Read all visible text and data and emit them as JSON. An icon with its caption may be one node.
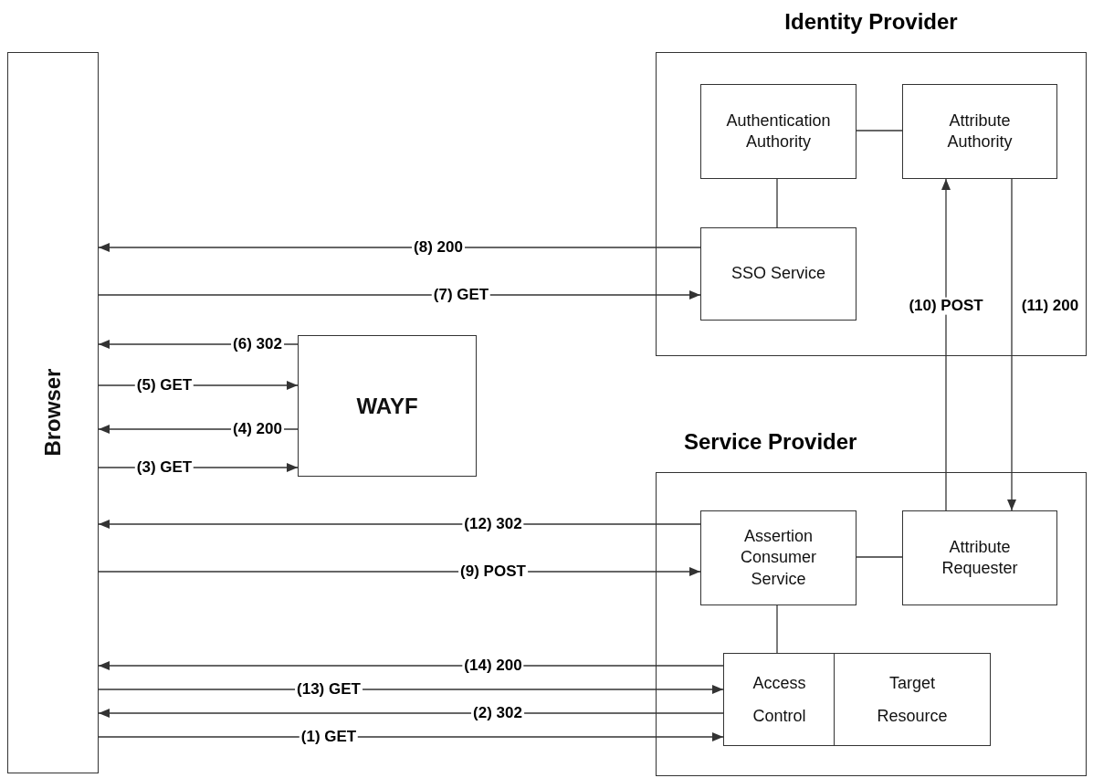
{
  "diagram": {
    "nodes": [
      {
        "text": [
          "Browser"
        ]
      },
      {
        "text": [
          "Identity Provider"
        ]
      },
      {
        "text": [
          "Authentication Authority"
        ],
        "in": 1
      },
      {
        "text": [
          "Attribute Authority"
        ],
        "in": 1
      },
      {
        "text": [
          "SSO Service"
        ],
        "in": 1
      },
      {
        "text": [
          "WAYF"
        ]
      },
      {
        "text": [
          "Service Provider"
        ]
      },
      {
        "text": [
          "Assertion Consumer Service"
        ],
        "in": 6
      },
      {
        "text": [
          "Attribute Requester"
        ],
        "in": 6
      },
      {
        "text": [
          "Access Control"
        ],
        "in": 6
      },
      {
        "text": [
          "Target Resource"
        ],
        "in": 6
      }
    ],
    "edges": [
      {
        "from": 2,
        "to": 3,
        "arrow": "none"
      },
      {
        "from": 2,
        "to": 4,
        "arrow": "none"
      },
      {
        "from": 4,
        "to": 0,
        "arrow": "to",
        "label": "(8) 200"
      },
      {
        "from": 0,
        "to": 4,
        "arrow": "to",
        "label": "(7) GET"
      },
      {
        "from": 5,
        "to": 0,
        "arrow": "to",
        "label": "(6) 302"
      },
      {
        "from": 0,
        "to": 5,
        "arrow": "to",
        "label": "(5) GET"
      },
      {
        "from": 5,
        "to": 0,
        "arrow": "to",
        "label": "(4) 200"
      },
      {
        "from": 0,
        "to": 5,
        "arrow": "to",
        "label": "(3) GET"
      },
      {
        "from": 8,
        "to": 3,
        "arrow": "to",
        "label": "(10) POST"
      },
      {
        "from": 3,
        "to": 8,
        "arrow": "to",
        "label": "(11) 200"
      },
      {
        "from": 7,
        "to": 0,
        "arrow": "to",
        "label": "(12) 302"
      },
      {
        "from": 0,
        "to": 7,
        "arrow": "to",
        "label": "(9) POST"
      },
      {
        "from": 7,
        "to": 8,
        "arrow": "none"
      },
      {
        "from": 7,
        "to": 9,
        "arrow": "none"
      },
      {
        "from": 9,
        "to": 0,
        "arrow": "to",
        "label": "(14) 200"
      },
      {
        "from": 0,
        "to": 9,
        "arrow": "to",
        "label": "(13) GET"
      },
      {
        "from": 9,
        "to": 0,
        "arrow": "to",
        "label": "(2) 302"
      },
      {
        "from": 0,
        "to": 9,
        "arrow": "to",
        "label": "(1) GET"
      }
    ]
  }
}
